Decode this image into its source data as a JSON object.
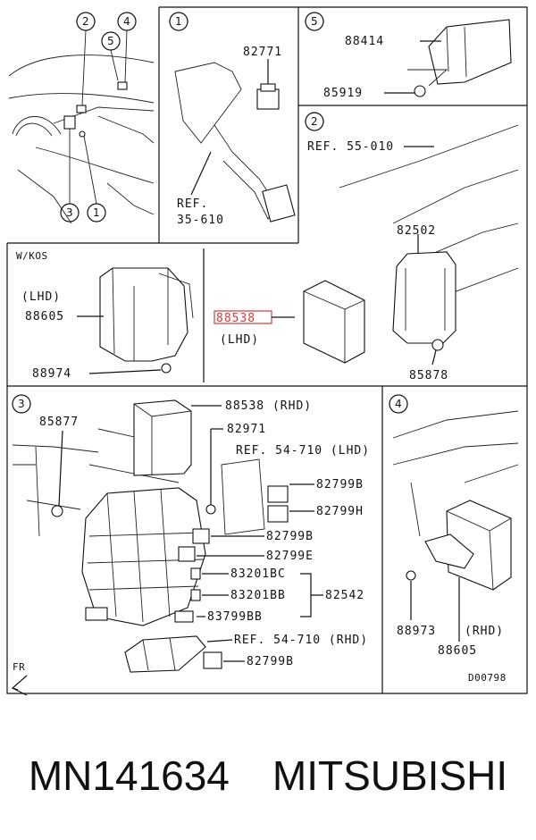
{
  "callouts": [
    "1",
    "2",
    "3",
    "4",
    "5"
  ],
  "panel1": {
    "part": "82771",
    "ref_line1": "REF.",
    "ref_line2": "35-610"
  },
  "panel5": {
    "part_a": "88414",
    "part_b": "85919"
  },
  "panel2": {
    "ref": "REF. 55-010",
    "part_a": "82502",
    "part_highlight": "88538",
    "part_highlight_note": "(LHD)",
    "part_b": "85878"
  },
  "panel_kos": {
    "title": "W/KOS",
    "note": "(LHD)",
    "part_a": "88605",
    "part_b": "88974"
  },
  "panel3": {
    "p1": "88538 (RHD)",
    "p2": "82971",
    "ref1": "REF. 54-710 (LHD)",
    "p3": "85877",
    "p4": "82799B",
    "p5": "82799H",
    "p6": "82799B",
    "p7": "82799E",
    "p8": "83201BC",
    "p9": "83201BB",
    "p10": "83799BB",
    "group": "82542",
    "ref2": "REF. 54-710 (RHD)",
    "p11": "82799B",
    "fr": "FR"
  },
  "panel4": {
    "part_a": "88973",
    "note": "(RHD)",
    "part_b": "88605"
  },
  "diagram_code": "D00798",
  "footer": {
    "part_number": "MN141634",
    "brand": "MITSUBISHI"
  },
  "colors": {
    "highlight": "#d83a3a",
    "ink": "#111111"
  }
}
